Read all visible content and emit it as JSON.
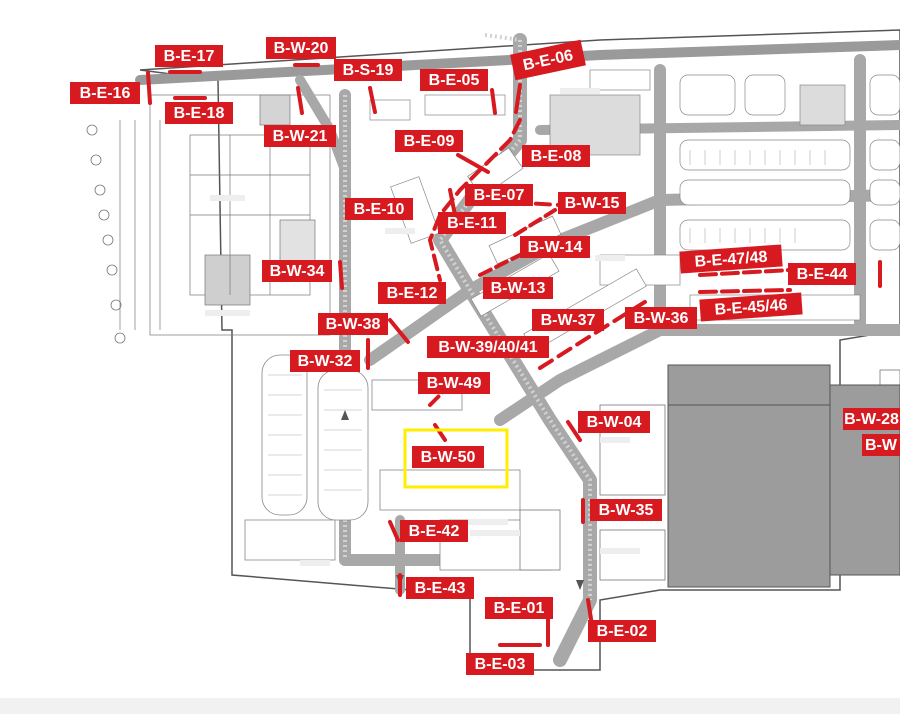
{
  "theme": {
    "accent": "#d71920",
    "highlight": "#ffee00",
    "road": "#8a8a8a",
    "building": "#9c9c9c",
    "line": "#555555",
    "paper": "#ffffff"
  },
  "highlighted_label": "B-W-50",
  "labels": [
    {
      "id": "be17",
      "text": "B-E-17"
    },
    {
      "id": "bw20",
      "text": "B-W-20"
    },
    {
      "id": "bs19",
      "text": "B-S-19"
    },
    {
      "id": "be05",
      "text": "B-E-05"
    },
    {
      "id": "be06",
      "text": "B-E-06"
    },
    {
      "id": "be16",
      "text": "B-E-16"
    },
    {
      "id": "be18",
      "text": "B-E-18"
    },
    {
      "id": "bw21",
      "text": "B-W-21"
    },
    {
      "id": "be09",
      "text": "B-E-09"
    },
    {
      "id": "be08",
      "text": "B-E-08"
    },
    {
      "id": "be07",
      "text": "B-E-07"
    },
    {
      "id": "bw15",
      "text": "B-W-15"
    },
    {
      "id": "be10",
      "text": "B-E-10"
    },
    {
      "id": "be11",
      "text": "B-E-11"
    },
    {
      "id": "bw14",
      "text": "B-W-14"
    },
    {
      "id": "be4748",
      "text": "B-E-47/48"
    },
    {
      "id": "be44",
      "text": "B-E-44"
    },
    {
      "id": "bw34",
      "text": "B-W-34"
    },
    {
      "id": "be12",
      "text": "B-E-12"
    },
    {
      "id": "bw13",
      "text": "B-W-13"
    },
    {
      "id": "be4546",
      "text": "B-E-45/46"
    },
    {
      "id": "bw38",
      "text": "B-W-38"
    },
    {
      "id": "bw37",
      "text": "B-W-37"
    },
    {
      "id": "bw36",
      "text": "B-W-36"
    },
    {
      "id": "bw394041",
      "text": "B-W-39/40/41"
    },
    {
      "id": "bw32",
      "text": "B-W-32"
    },
    {
      "id": "bw49",
      "text": "B-W-49"
    },
    {
      "id": "bw04",
      "text": "B-W-04"
    },
    {
      "id": "bw28",
      "text": "B-W-28"
    },
    {
      "id": "bw_cut",
      "text": "B-W"
    },
    {
      "id": "bw50",
      "text": "B-W-50"
    },
    {
      "id": "bw35",
      "text": "B-W-35"
    },
    {
      "id": "be42",
      "text": "B-E-42"
    },
    {
      "id": "be43",
      "text": "B-E-43"
    },
    {
      "id": "be01",
      "text": "B-E-01"
    },
    {
      "id": "be02",
      "text": "B-E-02"
    },
    {
      "id": "be03",
      "text": "B-E-03"
    }
  ]
}
